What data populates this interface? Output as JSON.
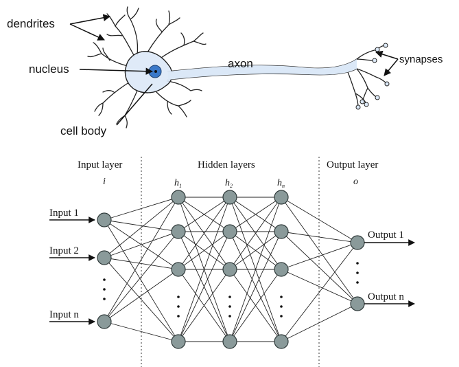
{
  "neuron": {
    "dendrites_label": "dendrites",
    "nucleus_label": "nucleus",
    "cell_body_label": "cell body",
    "axon_label": "axon",
    "synapses_label": "synapses",
    "body_color": "#dbe8f7",
    "nucleus_color": "#3a78c8",
    "outline_color": "#222222"
  },
  "network": {
    "input_layer_title": "Input layer",
    "input_symbol": "i",
    "hidden_layers_title": "Hidden layers",
    "hidden_symbol_1": "h",
    "hidden_sub_1": "1",
    "hidden_symbol_2": "h",
    "hidden_sub_2": "2",
    "hidden_symbol_n": "h",
    "hidden_sub_n": "n",
    "output_layer_title": "Output layer",
    "output_symbol": "o",
    "inputs": [
      "Input 1",
      "Input 2",
      "Input n"
    ],
    "outputs": [
      "Output 1",
      "Output n"
    ],
    "node_color": "#8a9a9a"
  }
}
